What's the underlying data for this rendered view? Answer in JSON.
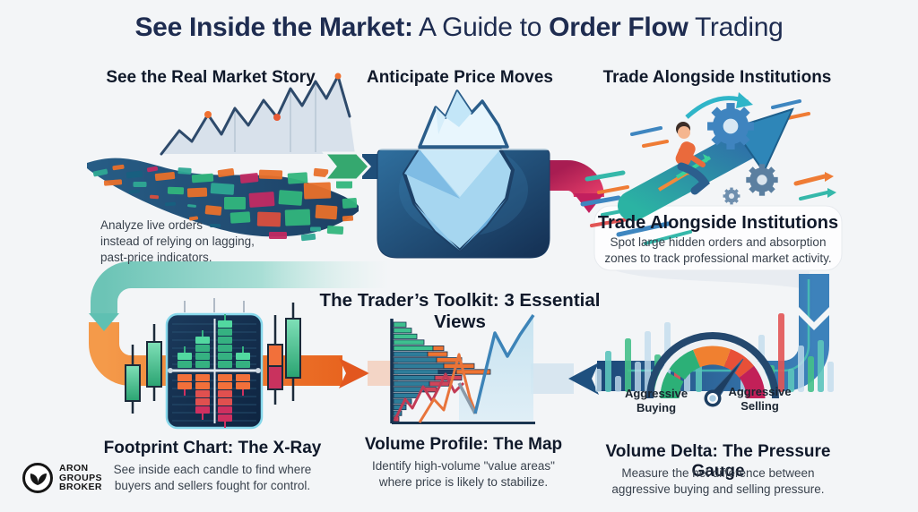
{
  "title": {
    "bold1": "See Inside the Market:",
    "normal1": " A Guide to ",
    "bold2": "Order Flow",
    "normal2": " Trading"
  },
  "sections": {
    "market_story": {
      "heading": "See the Real Market Story",
      "caption_line1": "Analyze live orders",
      "caption_line2": "instead of relying on lagging,",
      "caption_line3": "past-price indicators."
    },
    "anticipate": {
      "heading": "Anticipate Price Moves"
    },
    "institutions": {
      "heading": "Trade Alongside Institutions",
      "card_heading": "Trade Alongside Institutions",
      "caption_line1": "Spot large hidden orders and absorption",
      "caption_line2": "zones to track professional market activity."
    }
  },
  "toolkit": {
    "heading": "The Trader’s Toolkit: 3 Essential Views",
    "footprint": {
      "heading": "Footprint Chart: The X-Ray",
      "caption_line1": "See inside each candle to find where",
      "caption_line2": "buyers and sellers fought for control."
    },
    "volume_profile": {
      "heading": "Volume Profile: The Map",
      "caption_line1": "Identify high-volume \"value areas\"",
      "caption_line2": "where price is likely to stabilize."
    },
    "volume_delta": {
      "heading": "Volume Delta: The Pressure Gauge",
      "caption_line1": "Measure the net difference between",
      "caption_line2": "aggressive buying and selling pressure.",
      "gauge_label_left": "Aggressive Buying",
      "gauge_label_right": "Aggressive Selling"
    }
  },
  "logo": {
    "line1": "ARON",
    "line2": "GROUPS",
    "line3": "BROKER"
  },
  "colors": {
    "g": "#3ec08f",
    "t": "#2e7d9a",
    "o": "#ee7433",
    "r": "#d0455a",
    "n": "#1d3f63",
    "lb": "#c2dcec",
    "tl": "#5cc4bb",
    "g2": "#45c08a",
    "rd": "#e25555",
    "accent_teal": "#6cc4b6",
    "accent_orange": "#ef8035",
    "accent_pink": "#c21f5e",
    "accent_blue": "#2a6299",
    "accent_green": "#35a86f",
    "navy": "#1d3e61"
  },
  "chart_data": [
    {
      "type": "bar",
      "name": "volume-profile",
      "orientation": "horizontal",
      "rows": [
        [
          [
            14,
            "g"
          ]
        ],
        [
          [
            20,
            "g"
          ]
        ],
        [
          [
            26,
            "g"
          ]
        ],
        [
          [
            34,
            "g"
          ]
        ],
        [
          [
            44,
            "g"
          ],
          [
            12,
            "o"
          ]
        ],
        [
          [
            38,
            "t"
          ],
          [
            22,
            "o"
          ]
        ],
        [
          [
            48,
            "t"
          ],
          [
            28,
            "o"
          ]
        ],
        [
          [
            56,
            "t"
          ],
          [
            34,
            "o"
          ]
        ],
        [
          [
            50,
            "t"
          ],
          [
            20,
            "n"
          ],
          [
            38,
            "o"
          ]
        ],
        [
          [
            46,
            "t"
          ],
          [
            30,
            "r"
          ]
        ],
        [
          [
            40,
            "t"
          ],
          [
            22,
            "r"
          ]
        ],
        [
          [
            34,
            "t"
          ],
          [
            14,
            "r"
          ]
        ],
        [
          [
            28,
            "t"
          ]
        ],
        [
          [
            20,
            "t"
          ]
        ],
        [
          [
            14,
            "t"
          ]
        ],
        [
          [
            9,
            "t"
          ]
        ],
        [
          [
            6,
            "r"
          ]
        ]
      ]
    },
    {
      "type": "bar",
      "name": "volume-delta-histogram",
      "bars": [
        [
          664,
          26,
          "lb"
        ],
        [
          675,
          46,
          "tl"
        ],
        [
          686,
          18,
          "lb"
        ],
        [
          697,
          60,
          "g2"
        ],
        [
          708,
          34,
          "lb"
        ],
        [
          719,
          68,
          "lb"
        ],
        [
          730,
          42,
          "g2"
        ],
        [
          741,
          78,
          "lb"
        ],
        [
          752,
          24,
          "rd"
        ],
        [
          763,
          55,
          "lb"
        ],
        [
          776,
          40,
          "tl"
        ],
        [
          826,
          46,
          "lb"
        ],
        [
          836,
          30,
          "g2"
        ],
        [
          846,
          64,
          "lb"
        ],
        [
          857,
          30,
          "g2"
        ],
        [
          868,
          88,
          "rd"
        ],
        [
          879,
          26,
          "tl"
        ],
        [
          890,
          52,
          "lb"
        ],
        [
          901,
          40,
          "g2"
        ],
        [
          912,
          58,
          "tl"
        ],
        [
          923,
          34,
          "lb"
        ]
      ]
    },
    {
      "type": "table",
      "name": "footprint-columns",
      "above": [
        2,
        4,
        6,
        2
      ],
      "below": [
        2,
        5,
        6,
        2
      ]
    }
  ]
}
